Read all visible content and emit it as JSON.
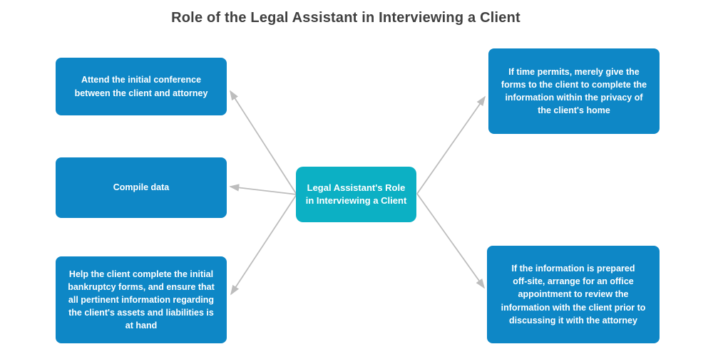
{
  "title": "Role of the Legal Assistant in Interviewing a Client",
  "colors": {
    "branch_node": "#0e87c6",
    "center_node": "#0cb0c4",
    "arrow": "#bdbdbd",
    "title_text": "#3f3f3f",
    "node_text": "#ffffff",
    "background": "#ffffff"
  },
  "center_node": {
    "label": "Legal Assistant's Role\nin Interviewing a Client"
  },
  "branches": [
    {
      "id": "attend-conference",
      "side": "left",
      "label": "Attend the initial conference\nbetween the client and attorney"
    },
    {
      "id": "compile-data",
      "side": "left",
      "label": "Compile data"
    },
    {
      "id": "help-complete-forms",
      "side": "left",
      "label": "Help the client complete the initial\nbankruptcy forms, and ensure that\nall pertinent information regarding\nthe client's assets and liabilities is\nat hand"
    },
    {
      "id": "give-forms-home",
      "side": "right",
      "label": "If time permits, merely give the\nforms to the client to complete the\ninformation within the privacy of\nthe client's home"
    },
    {
      "id": "office-appointment",
      "side": "right",
      "label": "If the information is prepared\noff-site, arrange for an office\nappointment to review the\ninformation with the client prior to\ndiscussing it with the attorney"
    }
  ]
}
